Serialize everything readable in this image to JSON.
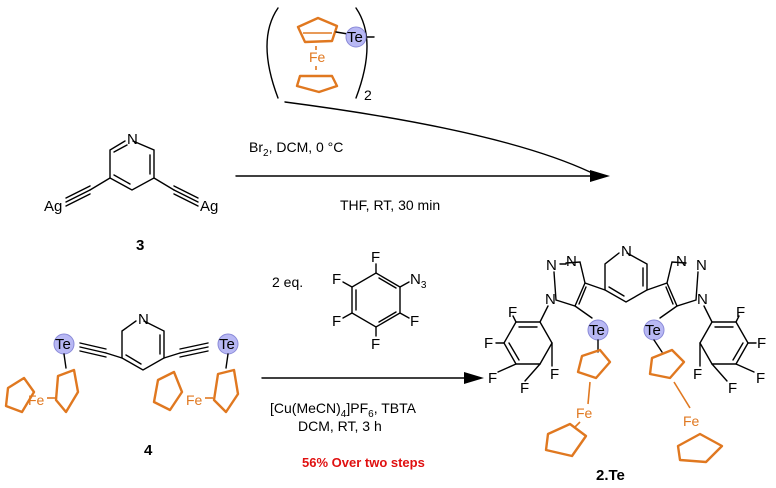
{
  "colors": {
    "ferrocene": "#E07820",
    "tellurium_ball": "#B8B8F4",
    "yield_text": "#E01010",
    "bond": "#000000"
  },
  "atoms": {
    "N": "N",
    "Ag": "Ag",
    "Te": "Te",
    "Fe": "Fe",
    "F": "F",
    "N3": "N",
    "N3_sub": "3"
  },
  "reaction1": {
    "reagent_subscript": "2",
    "condition1": "Br",
    "condition1_sub": "2",
    "condition1_rest": ", DCM, 0 °C",
    "condition2": "THF, RT, 30 min",
    "compound_label": "3"
  },
  "reaction2": {
    "equiv": "2 eq.",
    "catalyst_a": "[Cu(MeCN)",
    "catalyst_sub4": "4",
    "catalyst_b": "]PF",
    "catalyst_sub6": "6",
    "catalyst_c": ", TBTA",
    "condition": "DCM, RT, 3 h",
    "yield": "56% Over two steps",
    "reactant_label": "4",
    "product_label": "2.Te"
  }
}
